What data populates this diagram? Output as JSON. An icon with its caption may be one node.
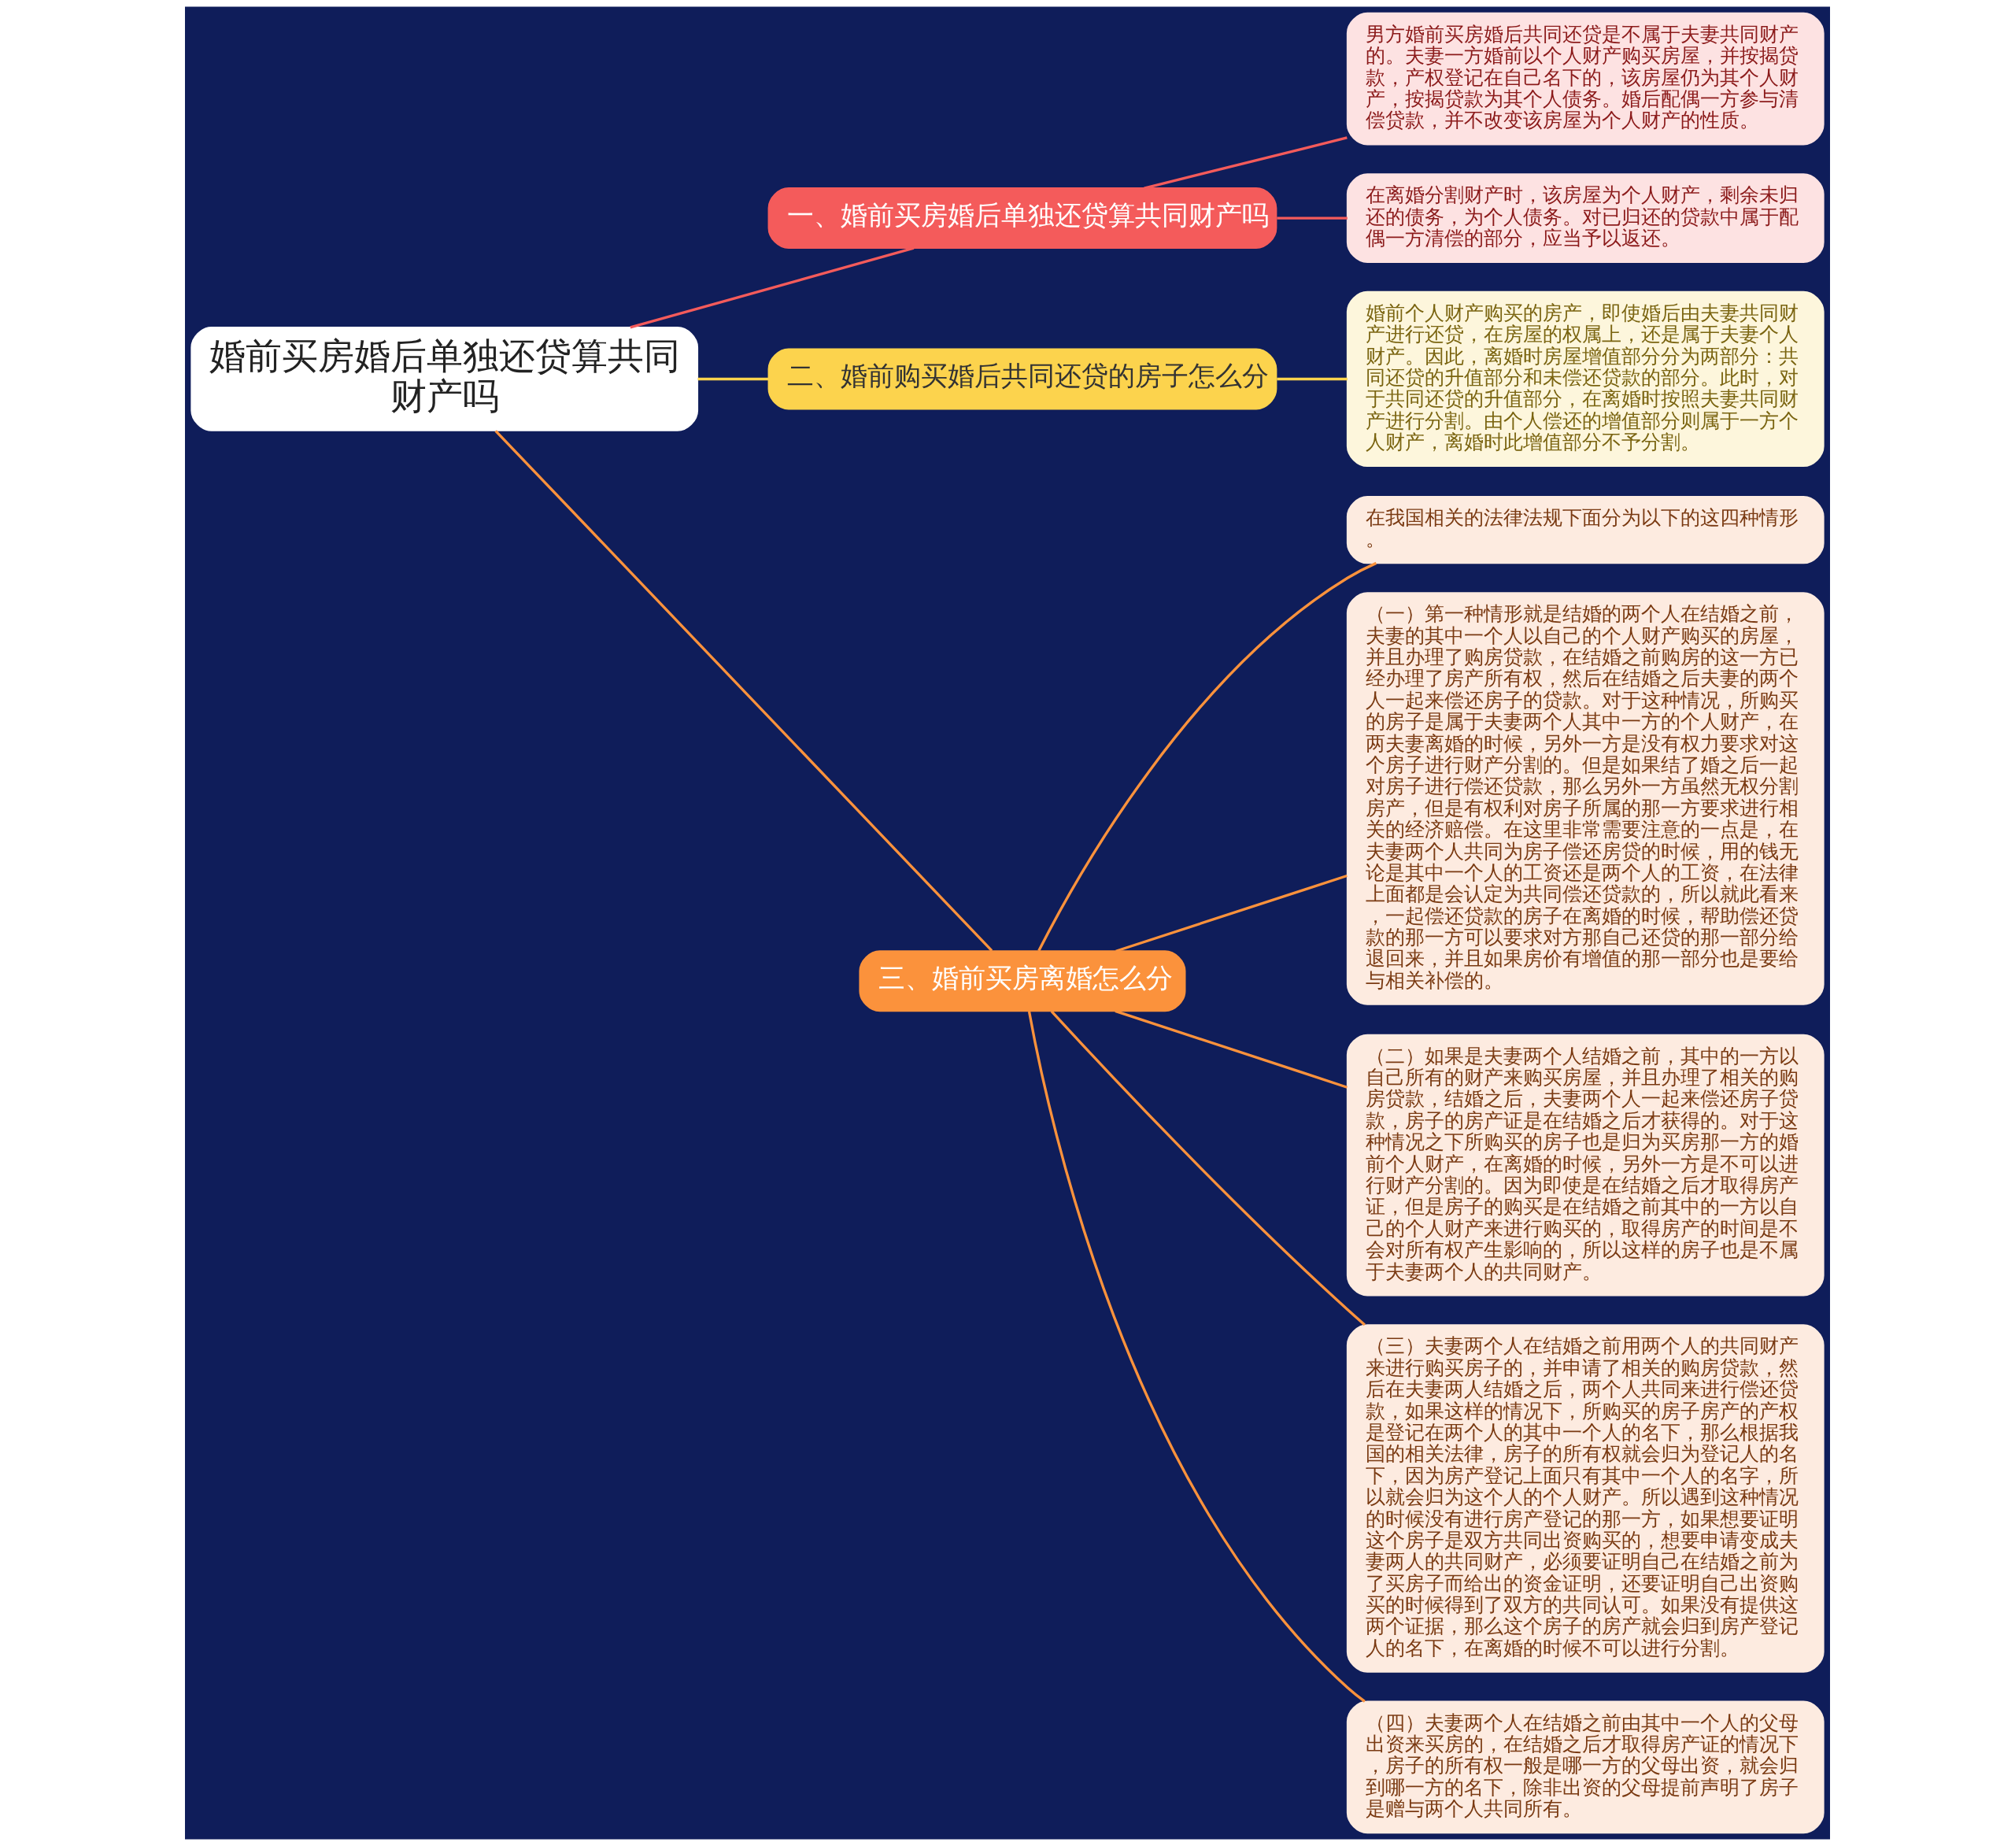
{
  "diagram": {
    "nodes": [
      {
        "text": [
          "婚前买房婚后单独还贷算共同财产吗"
        ]
      },
      {
        "text": [
          "一、婚前买房婚后单独还贷算共同财产吗"
        ]
      },
      {
        "text": [
          "男方婚前买房婚后共同还贷是不属于夫妻共同财产的。夫妻一方婚前以个人财产购买房屋，并按揭贷款，产权登记在自己名下的，该房屋仍为其个人财产，按揭贷款为其个人债务。婚后配偶一方参与清偿贷款，并不改变该房屋为个人财产的性质。"
        ]
      },
      {
        "text": [
          "在离婚分割财产时，该房屋为个人财产，剩余未归还的债务，为个人债务。对已归还的贷款中属于配偶一方清偿的部分，应当予以返还。"
        ]
      },
      {
        "text": [
          "二、婚前购买婚后共同还贷的房子怎么分"
        ]
      },
      {
        "text": [
          "婚前个人财产购买的房产，即使婚后由夫妻共同财产进行还贷，在房屋的权属上，还是属于夫妻个人财产。因此，离婚时房屋增值部分分为两部分：共同还贷的升值部分和未偿还贷款的部分。此时，对于共同还贷的升值部分，在离婚时按照夫妻共同财产进行分割。由个人偿还的增值部分则属于一方个人财产，离婚时此增值部分不予分割。"
        ]
      },
      {
        "text": [
          "三、婚前买房离婚怎么分"
        ]
      },
      {
        "text": [
          "在我国相关的法律法规下面分为以下的这四种情形。"
        ]
      },
      {
        "text": [
          "（一）第一种情形就是结婚的两个人在结婚之前，夫妻的其中一个人以自己的个人财产购买的房屋，并且办理了购房贷款，在结婚之前购房的这一方已经办理了房产所有权，然后在结婚之后夫妻的两个人一起来偿还房子的贷款。对于这种情况，所购买的房子是属于夫妻两个人其中一方的个人财产，在两夫妻离婚的时候，另外一方是没有权力要求对这个房子进行财产分割的。但是如果结了婚之后一起对房子进行偿还贷款，那么另外一方虽然无权分割房产，但是有权利对房子所属的那一方要求进行相关的经济赔偿。在这里非常需要注意的一点是，在夫妻两个人共同为房子偿还房贷的时候，用的钱无论是其中一个人的工资还是两个人的工资，在法律上面都是会认定为共同偿还贷款的，所以就此看来，一起偿还贷款的房子在离婚的时候，帮助偿还贷款的那一方可以要求对方那自己还贷的那一部分给退回来，并且如果房价有增值的那一部分也是要给与相关补偿的。"
        ]
      },
      {
        "text": [
          "（二）如果是夫妻两个人结婚之前，其中的一方以自己所有的财产来购买房屋，并且办理了相关的购房贷款，结婚之后，夫妻两个人一起来偿还房子贷款，房子的房产证是在结婚之后才获得的。对于这种情况之下所购买的房子也是归为买房那一方的婚前个人财产，在离婚的时候，另外一方是不可以进行财产分割的。因为即使是在结婚之后才取得房产证，但是房子的购买是在结婚之前其中的一方以自己的个人财产来进行购买的，取得房产的时间是不会对所有权产生影响的，所以这样的房子也是不属于夫妻两个人的共同财产。"
        ]
      },
      {
        "text": [
          "（三）夫妻两个人在结婚之前用两个人的共同财产来进行购买房子的，并申请了相关的购房贷款，然后在夫妻两人结婚之后，两个人共同来进行偿还贷款，如果这样的情况下，所购买的房子房产的产权是登记在两个人的其中一个人的名下，那么根据我国的相关法律，房子的所有权就会归为登记人的名下，因为房产登记上面只有其中一个人的名字，所以就会归为这个人的个人财产。所以遇到这种情况的时候没有进行房产登记的那一方，如果想要证明这个房子是双方共同出资购买的，想要申请变成夫妻两人的共同财产，必须要证明自己在结婚之前为了买房子而给出的资金证明，还要证明自己出资购买的时候得到了双方的共同认可。如果没有提供这两个证据，那么这个房子的房产就会归到房产登记人的名下，在离婚的时候不可以进行分割。"
        ]
      },
      {
        "text": [
          "（四）夫妻两个人在结婚之前由其中一个人的父母出资来买房的，在结婚之后才取得房产证的情况下，房子的所有权一般是哪一方的父母出资，就会归到哪一方的名下，除非出资的父母提前声明了房子是赠与两个人共同所有。"
        ]
      }
    ],
    "edges": [
      {
        "from": 0,
        "to": 1,
        "arrow": "none",
        "color": "#f45b5b"
      },
      {
        "from": 1,
        "to": 2,
        "arrow": "none",
        "color": "#f45b5b"
      },
      {
        "from": 1,
        "to": 3,
        "arrow": "none",
        "color": "#f45b5b"
      },
      {
        "from": 0,
        "to": 4,
        "arrow": "none",
        "color": "#fcd34d"
      },
      {
        "from": 4,
        "to": 5,
        "arrow": "none",
        "color": "#fcd34d"
      },
      {
        "from": 0,
        "to": 6,
        "arrow": "none"
      },
      {
        "from": 6,
        "to": 7,
        "arrow": "none"
      },
      {
        "from": 6,
        "to": 8,
        "arrow": "none"
      },
      {
        "from": 6,
        "to": 9,
        "arrow": "none"
      },
      {
        "from": 6,
        "to": 10,
        "arrow": "none"
      },
      {
        "from": 6,
        "to": 11,
        "arrow": "none"
      }
    ]
  }
}
